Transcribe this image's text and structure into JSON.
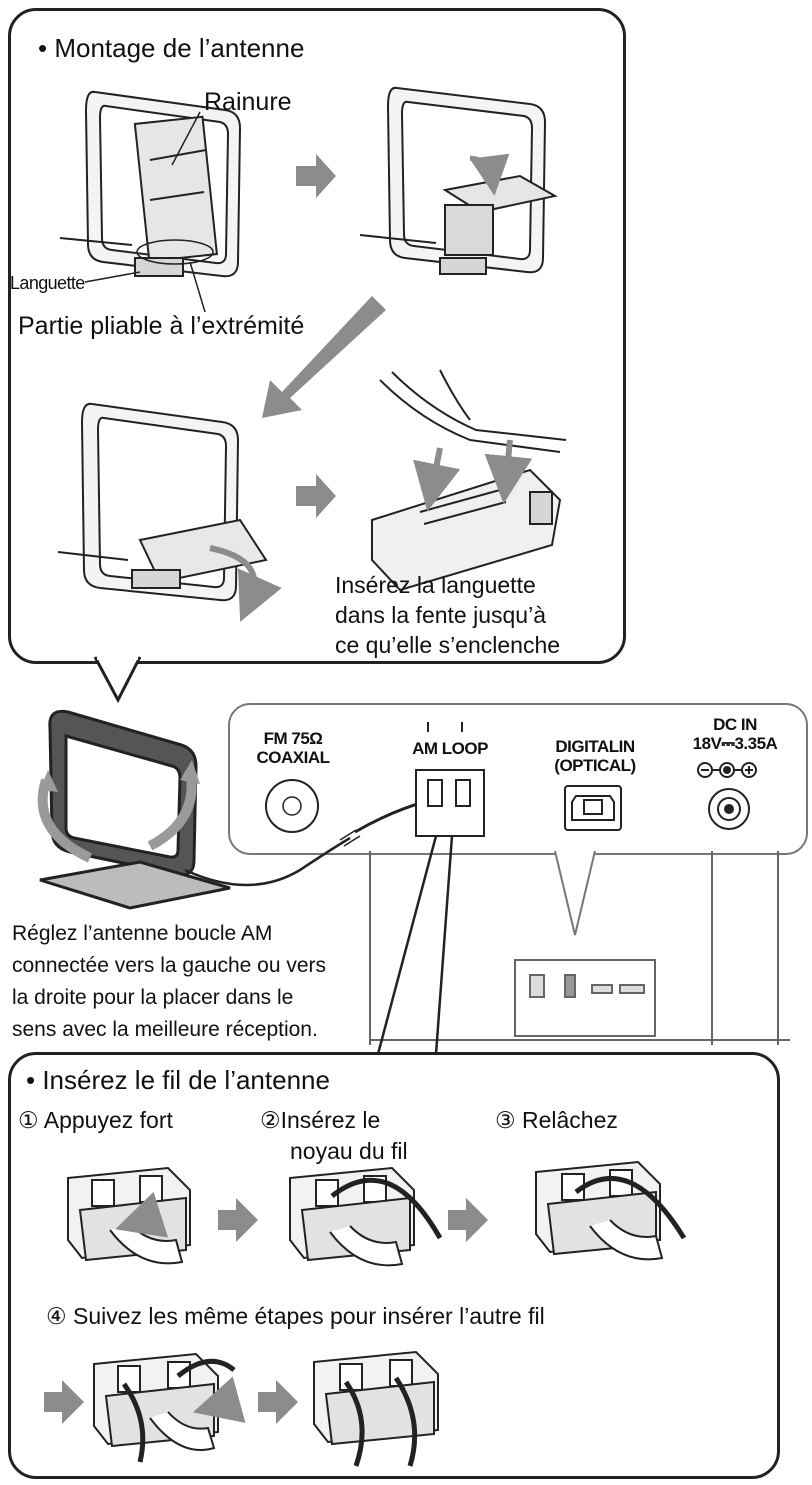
{
  "top_panel": {
    "title": "• Montage de l’antenne",
    "label_groove": "Rainure",
    "label_tab": "Languette",
    "label_bendable": "Partie pliable à l’extrémité",
    "insert_tab_lines": [
      "Insérez la languette",
      "dans la fente jusqu’à",
      "ce qu’elle s’enclenche"
    ]
  },
  "rear_panel": {
    "fm_label_lines": [
      "FM 75Ω",
      "COAXIAL"
    ],
    "am_label": "AM LOOP",
    "digital_label_lines": [
      "DIGITALIN",
      "(OPTICAL)"
    ],
    "dc_label_lines": [
      "DC IN",
      "18V⎓3.35A"
    ]
  },
  "adjust_note_lines": [
    "Réglez l’antenne boucle AM",
    "connectée vers la gauche ou vers",
    "la droite pour la placer dans le",
    "sens avec la meilleure réception."
  ],
  "bottom_panel": {
    "title": "• Insérez le fil de l’antenne",
    "step1": "① Appuyez fort",
    "step2_lines": [
      "②Insérez le",
      "noyau du fil"
    ],
    "step3": "③  Relâchez",
    "step4": "④ Suivez les même étapes pour insérer l’autre fil"
  },
  "colors": {
    "arrow": "#8c8c8c",
    "line": "#222222",
    "light_fill": "#efefef",
    "mid_fill": "#d6d6d6"
  }
}
